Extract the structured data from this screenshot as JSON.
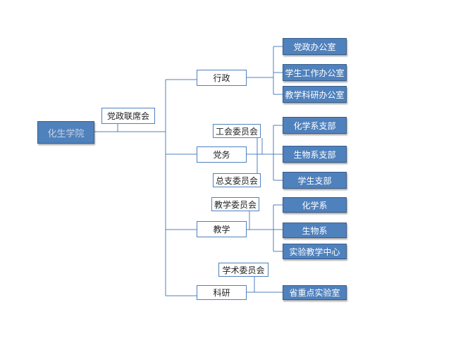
{
  "diagram": {
    "root": "化生学院",
    "council": "党政联席会",
    "branches": {
      "admin": {
        "label": "行政",
        "children": [
          "党政办公室",
          "学生工作办公室",
          "教学科研办公室"
        ]
      },
      "party": {
        "label": "党务",
        "committees": [
          "工会委员会",
          "总支委员会"
        ],
        "children": [
          "化学系支部",
          "生物系支部",
          "学生支部"
        ]
      },
      "teaching": {
        "label": "教学",
        "committee": "教学委员会",
        "children": [
          "化学系",
          "生物系",
          "实验教学中心"
        ]
      },
      "research": {
        "label": "科研",
        "committee": "学术委员会",
        "children": [
          "省重点实验室"
        ]
      }
    }
  }
}
